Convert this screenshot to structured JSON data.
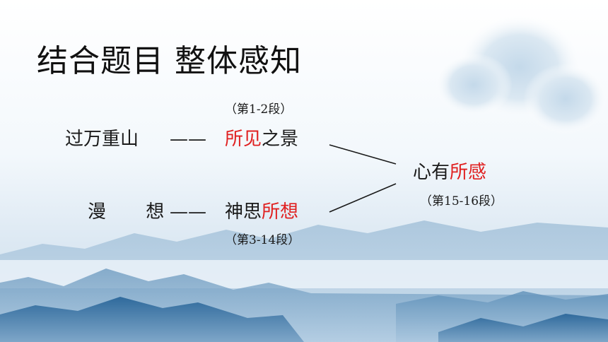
{
  "title": "结合题目 整体感知",
  "colors": {
    "accent": "#e02020",
    "text": "#1a1a1a"
  },
  "rows": [
    {
      "left": "过万重山",
      "dash": "——",
      "highlight": "所见",
      "rest": "之景",
      "note": "（第1-2段）"
    },
    {
      "left": "漫 想",
      "dash": "——",
      "rest_before": "神思",
      "highlight": "所想",
      "note": "（第3-14段）"
    }
  ],
  "result": {
    "prefix": "心有",
    "highlight": "所感",
    "note": "（第15-16段）"
  }
}
